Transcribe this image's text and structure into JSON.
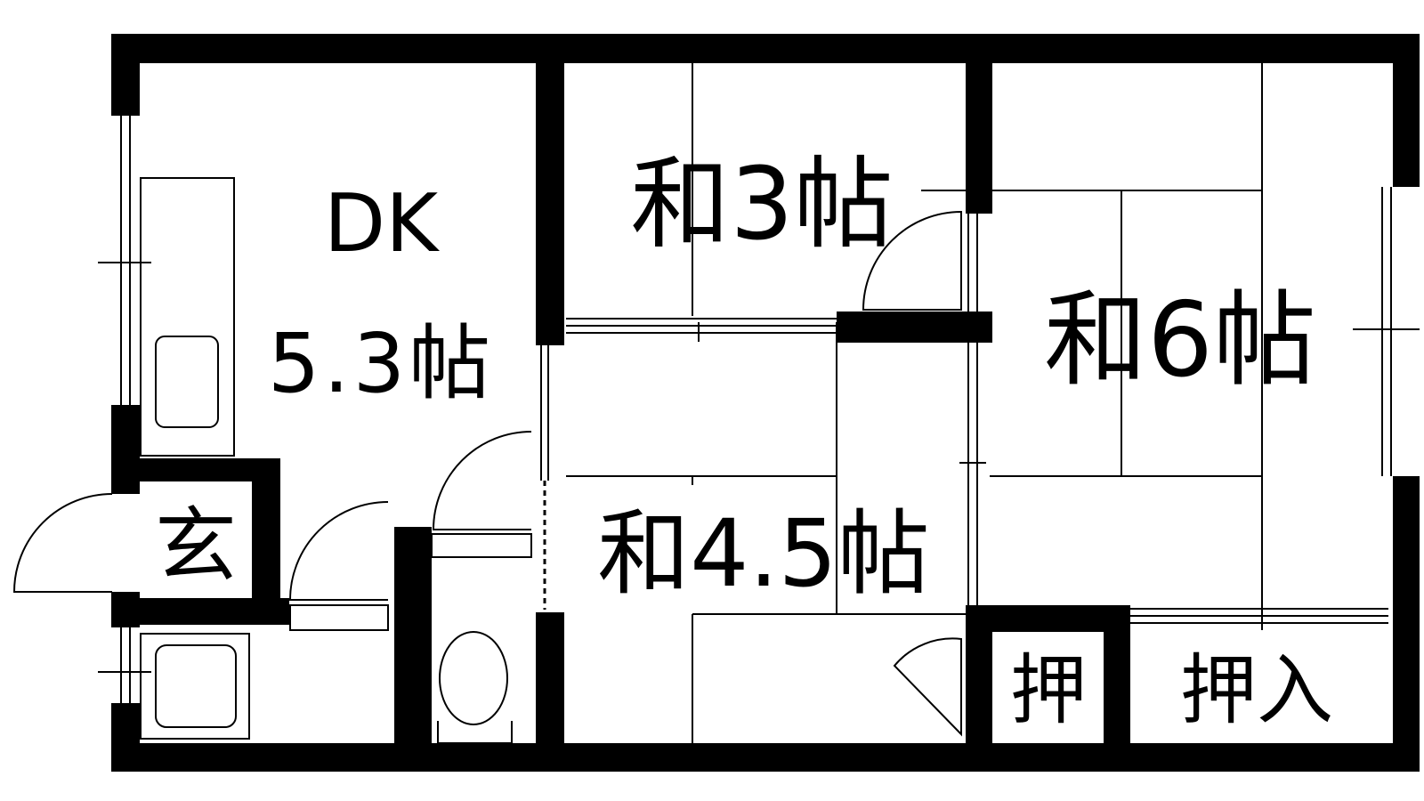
{
  "floor_plan": {
    "rooms": {
      "dk_name": "DK",
      "dk_size": "5.3帖",
      "washitsu_3": "和3帖",
      "washitsu_6": "和6帖",
      "washitsu_45": "和4.5帖",
      "genkan": "玄",
      "closet_small": "押",
      "closet_large": "押入"
    },
    "colors": {
      "wall": "#000000",
      "line": "#000000",
      "background": "#ffffff"
    }
  }
}
